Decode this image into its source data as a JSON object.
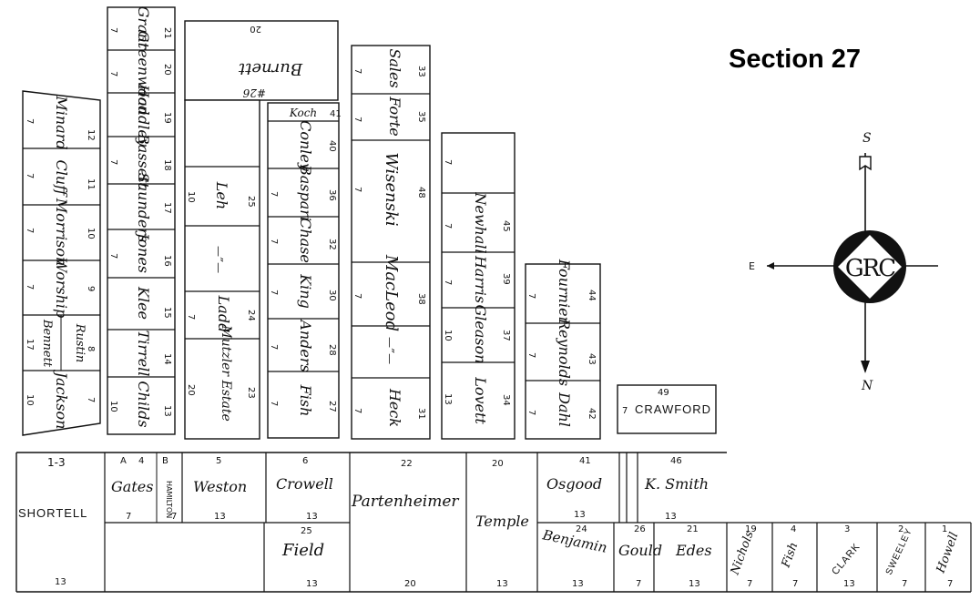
{
  "title": "Section 27",
  "compass": {
    "top": "S",
    "bottom": "N",
    "left": "E",
    "emblem": "GRC"
  },
  "lots": {
    "grant": "Grant",
    "grant_n": "21",
    "greenwood": "Greenwood",
    "greenwood_n": "20",
    "handley": "Handley",
    "handley_n": "19",
    "bassett": "Bassett",
    "bassett_n": "18",
    "saunders": "Saunders",
    "saunders_n": "17",
    "jones": "Jones",
    "jones_n": "16",
    "klee": "Klee",
    "klee_n": "15",
    "tirrell": "Tirrell",
    "tirrell_n": "14",
    "childs": "Childs",
    "childs_n": "13",
    "minard": "Minard",
    "minard_n": "12",
    "cluff": "Cluff",
    "cluff_n": "11",
    "morrison": "Morrison",
    "morrison_n": "10",
    "worship": "Worship",
    "worship_n": "9",
    "rustin": "Rustin",
    "rustin_n": "8",
    "bennett": "Bennett",
    "jackson": "Jackson",
    "jackson_n": "7",
    "burnett": "Burnett",
    "burnett_n": "20",
    "lot26": "#26",
    "leh": "Leh",
    "leh_n": "25",
    "ladd": "Ladd",
    "ladd_n": "24",
    "mutzler": "Mutzler Estate",
    "mutzler_n": "23",
    "koch": "Koch",
    "koch_n": "41",
    "conley": "Conley",
    "conley_n": "40",
    "baspari": "Baspari",
    "baspari_n": "36",
    "chase": "Chase",
    "chase_n": "32",
    "king": "King",
    "king_n": "30",
    "anders": "Anders",
    "anders_n": "28",
    "fish_v": "Fish",
    "fish_v_n": "27",
    "sales": "Sales",
    "sales_n": "33",
    "forte": "Forte",
    "forte_n": "35",
    "wisenski": "Wisenski",
    "wisenski_n": "48",
    "macleod": "MacLeod",
    "macleod_n": "38",
    "heck": "Heck",
    "heck_n": "31",
    "newhall": "Newhall",
    "newhall_n": "45",
    "harris": "Harris",
    "harris_n": "39",
    "gleason": "Gleason",
    "gleason_n": "37",
    "lovett": "Lovett",
    "lovett_n": "34",
    "fournier": "Fournier",
    "fournier_n": "44",
    "reynolds": "Reynolds",
    "reynolds_n": "43",
    "dahl": "Dahl",
    "dahl_n": "42",
    "crawford": "CRAWFORD",
    "crawford_n": "49",
    "shortell": "SHORTELL",
    "shortell_n": "1-3",
    "gates": "Gates",
    "gates_a": "A",
    "gates_n": "4",
    "hamilton": "HAMILTON",
    "hamilton_b": "B",
    "weston": "Weston",
    "weston_n": "5",
    "crowell": "Crowell",
    "crowell_n": "6",
    "partenheimer": "Partenheimer",
    "partenheimer_n": "22",
    "temple": "Temple",
    "temple_n": "20",
    "osgood": "Osgood",
    "osgood_n": "41",
    "ksmith": "K. Smith",
    "ksmith_n": "46",
    "field": "Field",
    "field_n": "25",
    "benjamin": "Benjamin",
    "benjamin_n": "24",
    "gould": "Gould",
    "gould_n": "26",
    "edes": "Edes",
    "edes_n": "21",
    "nichols": "Nichols",
    "nichols_n": "19",
    "fish_b": "Fish",
    "fish_b_n": "4",
    "clark": "CLARK",
    "clark_n": "3",
    "sweeley": "SWEELEY",
    "sweeley_n": "2",
    "howell": "Howell",
    "howell_n": "1",
    "side": {
      "s7": "7",
      "s10": "10",
      "s13": "13",
      "s17": "17",
      "s20": "20"
    }
  }
}
